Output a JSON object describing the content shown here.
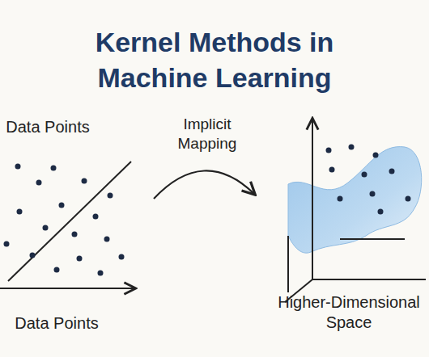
{
  "diagram": {
    "title": "Kernel Methods in Machine Learning",
    "labels": [
      "Data Points",
      "Implicit Mapping",
      "Data Points",
      "Higher-Dimensional Space"
    ]
  }
}
